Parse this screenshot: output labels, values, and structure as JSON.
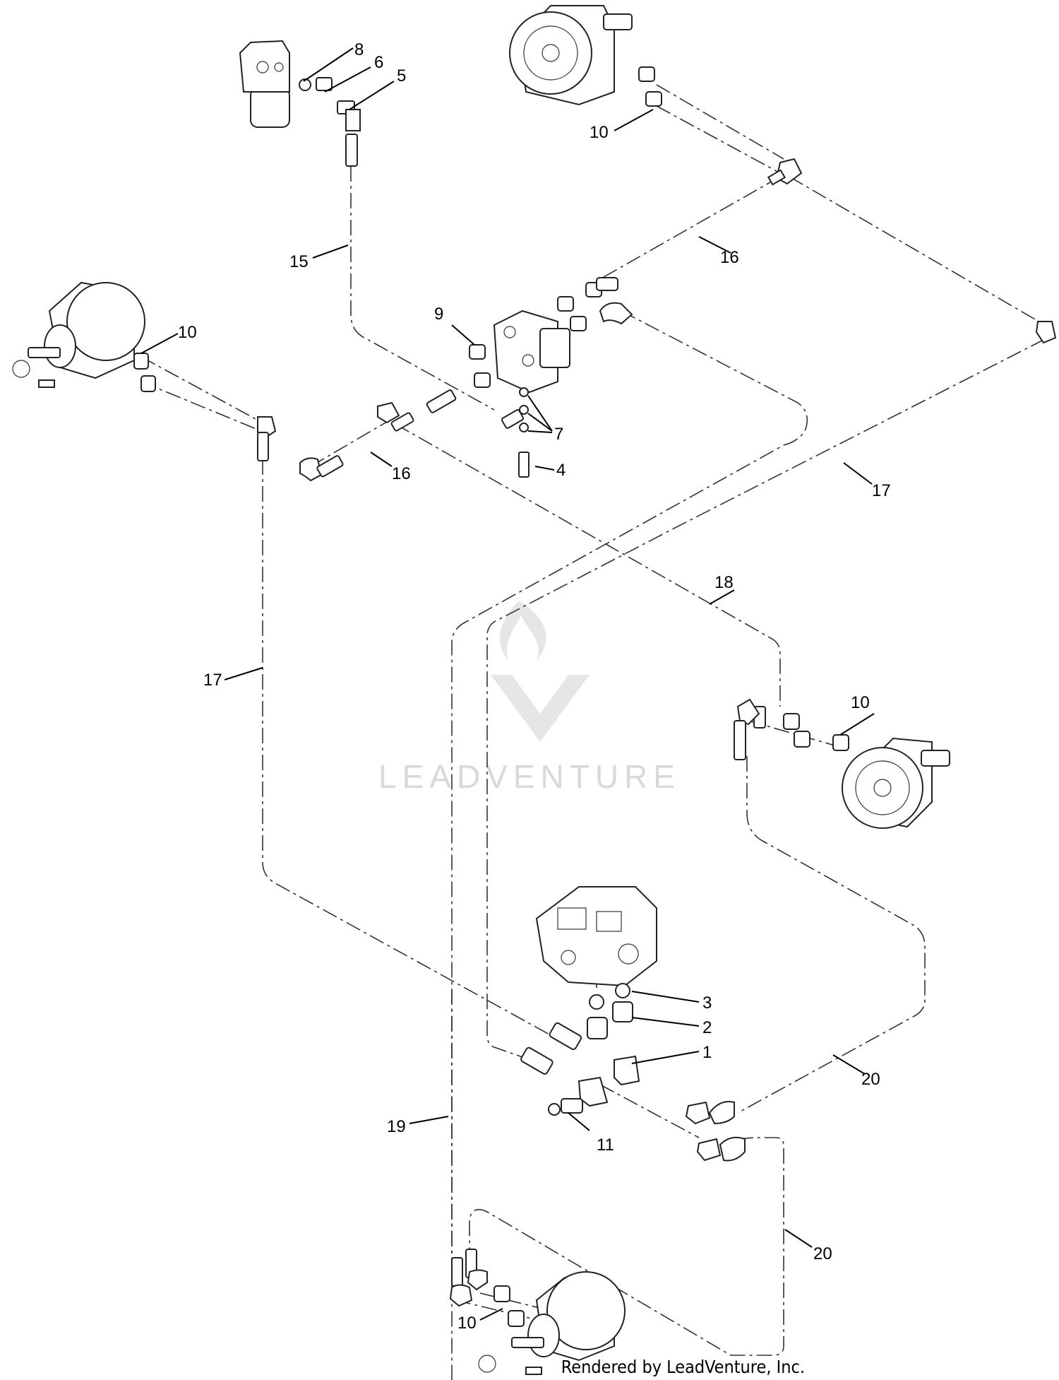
{
  "callouts": [
    {
      "id": "c8",
      "text": "8"
    },
    {
      "id": "c6",
      "text": "6"
    },
    {
      "id": "c5",
      "text": "5"
    },
    {
      "id": "c10a",
      "text": "10"
    },
    {
      "id": "c15",
      "text": "15"
    },
    {
      "id": "c16a",
      "text": "16"
    },
    {
      "id": "c9",
      "text": "9"
    },
    {
      "id": "c10b",
      "text": "10"
    },
    {
      "id": "c7",
      "text": "7"
    },
    {
      "id": "c4",
      "text": "4"
    },
    {
      "id": "c16b",
      "text": "16"
    },
    {
      "id": "c17a",
      "text": "17"
    },
    {
      "id": "c18",
      "text": "18"
    },
    {
      "id": "c17b",
      "text": "17"
    },
    {
      "id": "c10c",
      "text": "10"
    },
    {
      "id": "c3",
      "text": "3"
    },
    {
      "id": "c2",
      "text": "2"
    },
    {
      "id": "c1",
      "text": "1"
    },
    {
      "id": "c20a",
      "text": "20"
    },
    {
      "id": "c19",
      "text": "19"
    },
    {
      "id": "c11",
      "text": "11"
    },
    {
      "id": "c20b",
      "text": "20"
    },
    {
      "id": "c10d",
      "text": "10"
    }
  ],
  "watermark": {
    "text": "LEADVENTURE"
  },
  "credit": {
    "text": "Rendered by LeadVenture, Inc."
  }
}
